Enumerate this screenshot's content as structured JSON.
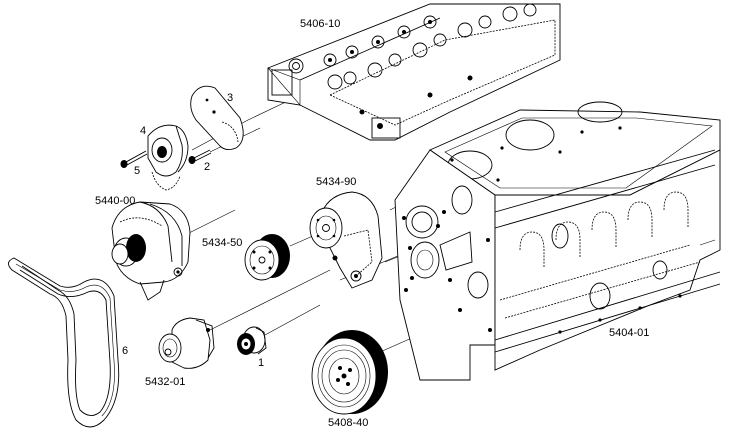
{
  "diagram": {
    "colors": {
      "ink": "#000000",
      "paper": "#ffffff"
    },
    "labels": {
      "cylinder_head": "5406-10",
      "engine_block": "5404-01",
      "alternator": "5440-00",
      "water_pump": "5434-90",
      "water_pump_pulley": "5434-50",
      "belt_tensioner": "5432-01",
      "crankshaft_pulley": "5408-40",
      "idler_pulley": "1",
      "bolt_2": "2",
      "cover_plate": "3",
      "tensioner_bracket": "4",
      "bolt_5": "5",
      "drive_belt": "6"
    }
  }
}
